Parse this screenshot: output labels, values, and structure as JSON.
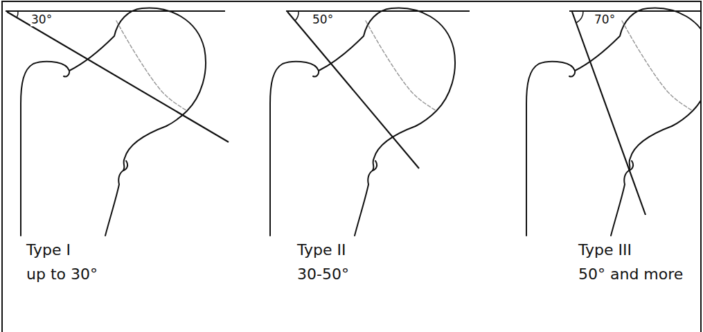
{
  "diagram": {
    "labels": [
      "30°",
      "50°",
      "70°",
      "Type I",
      "up to 30°",
      "Type II",
      "30-50°",
      "Type III",
      "50° and more"
    ]
  }
}
